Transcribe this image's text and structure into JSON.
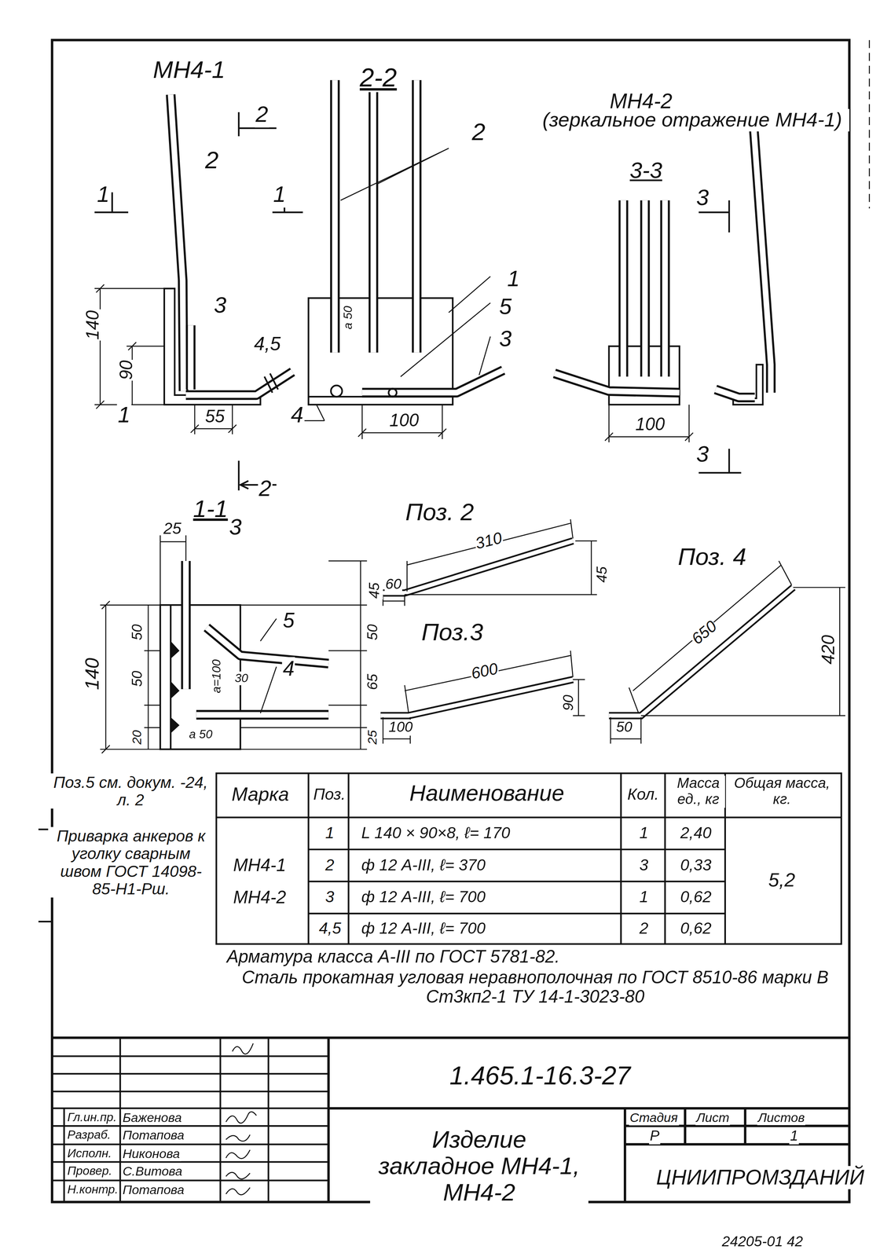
{
  "diagram": {
    "labels": [
      "МН4-1",
      "2-2",
      "2",
      "1",
      "1",
      "2",
      "2",
      "МН4-2",
      "(зеркальное отражение МН4-1)",
      "3-3",
      "3",
      "1",
      "5",
      "3",
      "3",
      "4,5",
      "140",
      "90",
      "а 50",
      "1",
      "4",
      "55",
      "100",
      "100",
      "3",
      "2",
      "1-1",
      "25",
      "3",
      "45",
      "5",
      "4",
      "140",
      "50",
      "50",
      "20",
      "а=100",
      "30",
      "а 50",
      "50",
      "65",
      "25",
      "Поз. 2",
      "310",
      "45",
      "60",
      "Поз. 4",
      "650",
      "420",
      "Поз.3",
      "600",
      "90",
      "100",
      "50",
      "Поз.5 см. докум. -24, л. 2",
      "Приварка анкеров к уголку сварным швом ГОСТ 14098-85-Н1-Рш.",
      "Марка",
      "Поз.",
      "Наименование",
      "Кол.",
      "Масса ед., кг",
      "Общая масса, кг.",
      "МН4-1",
      "МН4-2",
      "1",
      "L 140 × 90×8,   ℓ= 170",
      "1",
      "2,40",
      "2",
      "ф 12 А-III,   ℓ= 370",
      "3",
      "0,33",
      "3",
      "ф 12 А-III,   ℓ= 700",
      "1",
      "0,62",
      "4,5",
      "ф 12 А-III,   ℓ= 700",
      "2",
      "0,62",
      "5,2",
      "Арматура класса А-III по ГОСТ 5781-82.",
      "Сталь прокатная угловая неравнополочная по ГОСТ 8510-86 марки В Ст3кп2-1 ТУ 14-1-3023-80",
      "1.465.1-16.3-27",
      "Гл.ин.пр.",
      "Баженова",
      "Разраб.",
      "Потапова",
      "Исполн.",
      "Никонова",
      "Провер.",
      "С.Витова",
      "Н.контр.",
      "Потапова",
      "Изделие закладное МН4-1, МН4-2",
      "Стадия",
      "Лист",
      "Листов",
      "Р",
      "1",
      "ЦНИИПРОМЗДАНИЙ",
      "24205-01  42"
    ]
  }
}
